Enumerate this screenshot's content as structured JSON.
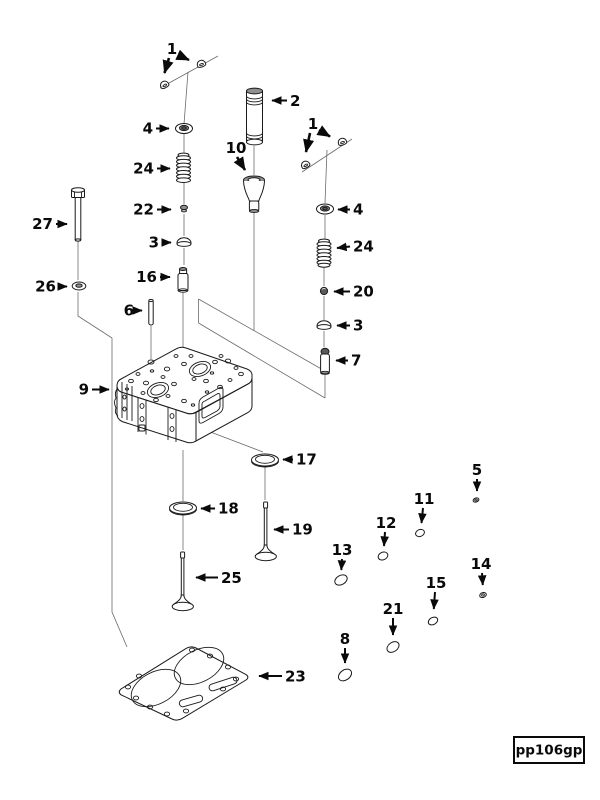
{
  "figure": {
    "code": "pp106gp",
    "background_color": "#ffffff",
    "line_color": "#1a1a1a"
  },
  "callouts": [
    {
      "label": "1",
      "target": "valve-collets-left-pair"
    },
    {
      "label": "2",
      "target": "valve-guide-tube"
    },
    {
      "label": "4",
      "target": "spring-retainer-left"
    },
    {
      "label": "24",
      "target": "valve-spring-left"
    },
    {
      "label": "10",
      "target": "injector-sleeve-cup"
    },
    {
      "label": "22",
      "target": "stem-seal-left"
    },
    {
      "label": "3",
      "target": "seal-cap-left"
    },
    {
      "label": "16",
      "target": "guide-sleeve-left"
    },
    {
      "label": "27",
      "target": "head-bolt"
    },
    {
      "label": "26",
      "target": "bolt-washer"
    },
    {
      "label": "6",
      "target": "dowel-pin"
    },
    {
      "label": "1",
      "target": "valve-collets-right-pair"
    },
    {
      "label": "4",
      "target": "spring-retainer-right"
    },
    {
      "label": "24",
      "target": "valve-spring-right"
    },
    {
      "label": "20",
      "target": "ball-seal-right"
    },
    {
      "label": "3",
      "target": "seal-cap-right"
    },
    {
      "label": "7",
      "target": "guide-sleeve-right"
    },
    {
      "label": "9",
      "target": "cylinder-head"
    },
    {
      "label": "17",
      "target": "valve-seat-insert-right"
    },
    {
      "label": "18",
      "target": "valve-seat-insert-left"
    },
    {
      "label": "19",
      "target": "valve-short"
    },
    {
      "label": "25",
      "target": "valve-long"
    },
    {
      "label": "5",
      "target": "small-plug-1"
    },
    {
      "label": "11",
      "target": "small-ring-1"
    },
    {
      "label": "12",
      "target": "small-ring-2"
    },
    {
      "label": "13",
      "target": "o-ring-1"
    },
    {
      "label": "14",
      "target": "small-plug-2"
    },
    {
      "label": "15",
      "target": "small-ring-3"
    },
    {
      "label": "21",
      "target": "o-ring-2"
    },
    {
      "label": "8",
      "target": "o-ring-3"
    },
    {
      "label": "23",
      "target": "head-gasket"
    }
  ]
}
